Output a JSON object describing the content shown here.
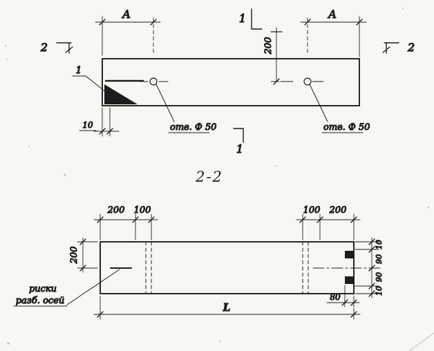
{
  "drawing": {
    "section_title": "2-2",
    "plan_view": {
      "dim_a_left": "A",
      "dim_a_right": "A",
      "dim_200_vertical": "200",
      "dim_10": "10",
      "hole_left_label": "отв. Ф 50",
      "hole_right_label": "отв. Ф 50",
      "corner_callout": "1",
      "section_1_top": "1",
      "section_1_bottom": "1",
      "section_2_left": "2",
      "section_2_right": "2"
    },
    "section_view": {
      "dim_top_left_200": "200",
      "dim_top_left_100": "100",
      "dim_top_right_100": "100",
      "dim_top_right_200": "200",
      "dim_left_200": "200",
      "dim_right_10_top": "10",
      "dim_right_90_upper": "90",
      "dim_right_90_lower": "90",
      "dim_right_10_bottom": "10",
      "dim_80": "80",
      "dim_length": "L",
      "axes_note_line1": "риски",
      "axes_note_line2": "разб. осей"
    },
    "ink_color": "#1c1c1c"
  }
}
